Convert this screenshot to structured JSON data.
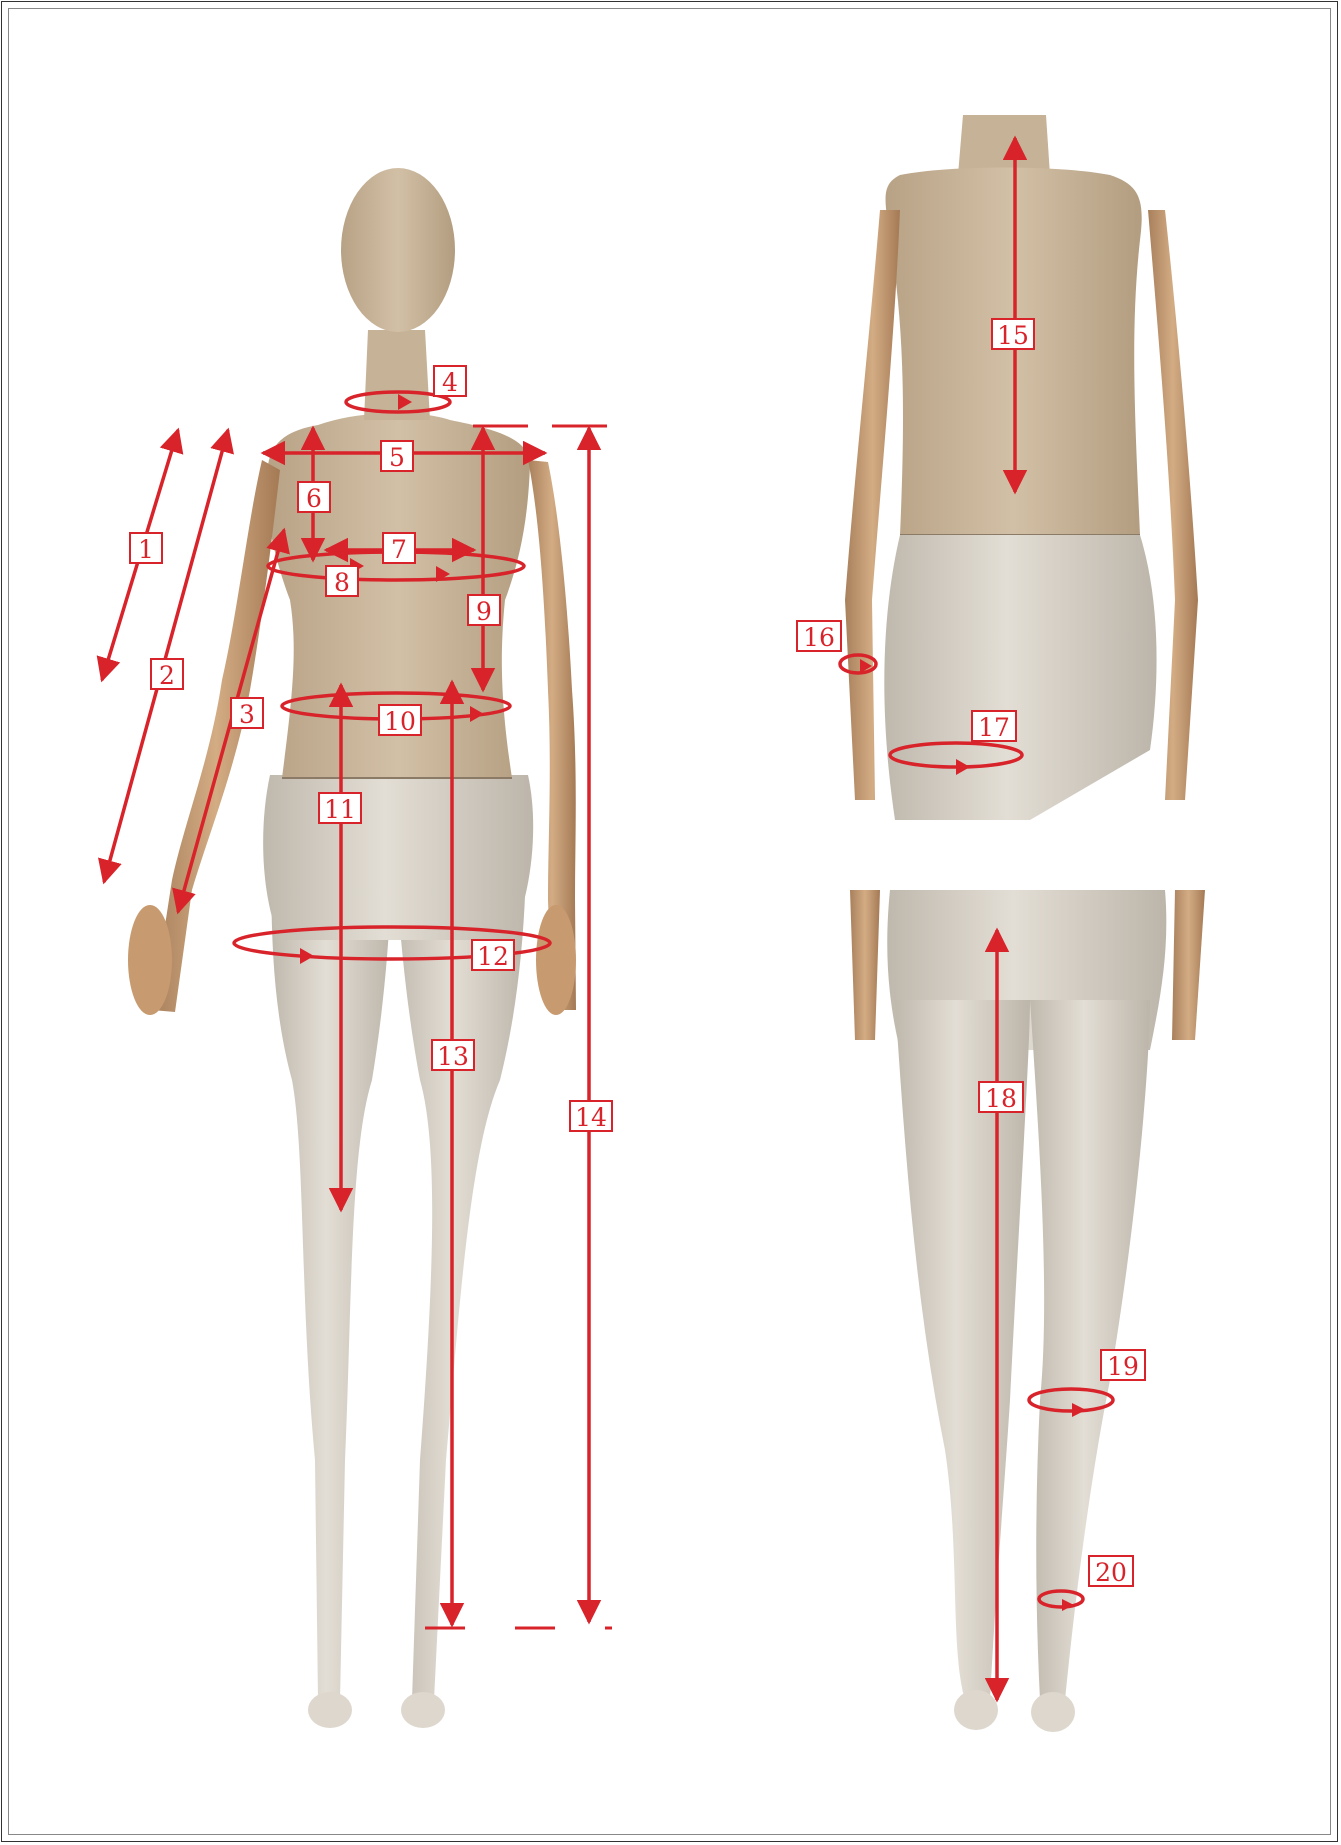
{
  "colors": {
    "measure": "#d8232a",
    "linen": "#cbb79c",
    "limb": "#c9a27a",
    "base": "#d6d0c6",
    "frame": "#333333"
  },
  "labels": {
    "m1": "1",
    "m2": "2",
    "m3": "3",
    "m4": "4",
    "m5": "5",
    "m6": "6",
    "m7": "7",
    "m8": "8",
    "m9": "9",
    "m10": "10",
    "m11": "11",
    "m12": "12",
    "m13": "13",
    "m14": "14",
    "m15": "15",
    "m16": "16",
    "m17": "17",
    "m18": "18",
    "m19": "19",
    "m20": "20"
  },
  "figures": [
    "front-view-mannequin",
    "back-view-mannequin",
    "lower-body-front-view"
  ]
}
